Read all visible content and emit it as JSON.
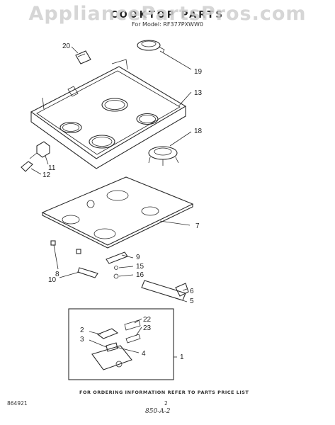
{
  "watermark": "AppliancePartsPros.com",
  "header": {
    "title": "COOKTOP PARTS",
    "model_line": "For Model: RF377PXWW0"
  },
  "callouts": [
    "20",
    "19",
    "13",
    "18",
    "11",
    "12",
    "7",
    "9",
    "8",
    "15",
    "16",
    "10",
    "6",
    "5",
    "22",
    "2",
    "23",
    "3",
    "4",
    "1"
  ],
  "footer": {
    "ordering_note": "FOR ORDERING INFORMATION REFER TO PARTS PRICE LIST",
    "doc_code": "864921",
    "page_number": "2",
    "handwritten_mark": "850-A-2"
  }
}
